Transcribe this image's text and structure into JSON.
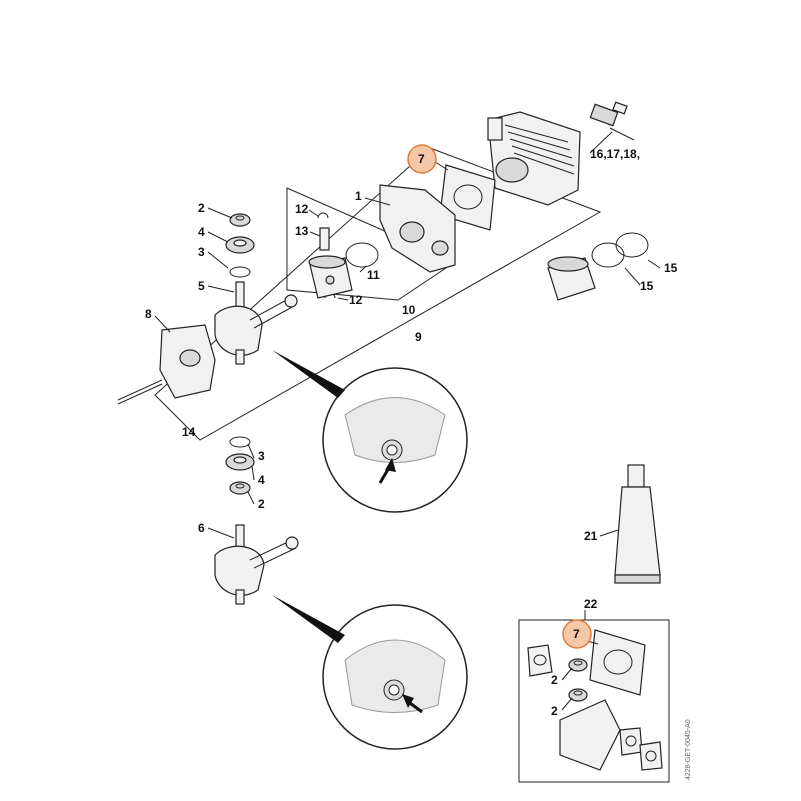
{
  "diagram": {
    "callouts": {
      "c1": "1",
      "c2a": "2",
      "c2b": "2",
      "c2c": "2",
      "c2d": "2",
      "c3a": "3",
      "c3b": "3",
      "c4a": "4",
      "c4b": "4",
      "c5": "5",
      "c6": "6",
      "c7a": "7",
      "c7b": "7",
      "c8": "8",
      "c9": "9",
      "c10": "10",
      "c11": "11",
      "c12a": "12",
      "c12b": "12",
      "c13": "13",
      "c14": "14",
      "c15a": "15",
      "c15b": "15",
      "c21": "21",
      "c22": "22",
      "c16": "16,17,18,"
    },
    "highlight_color": "#f6c7a6",
    "drawing_number": "4228-GET-0045-A0"
  }
}
